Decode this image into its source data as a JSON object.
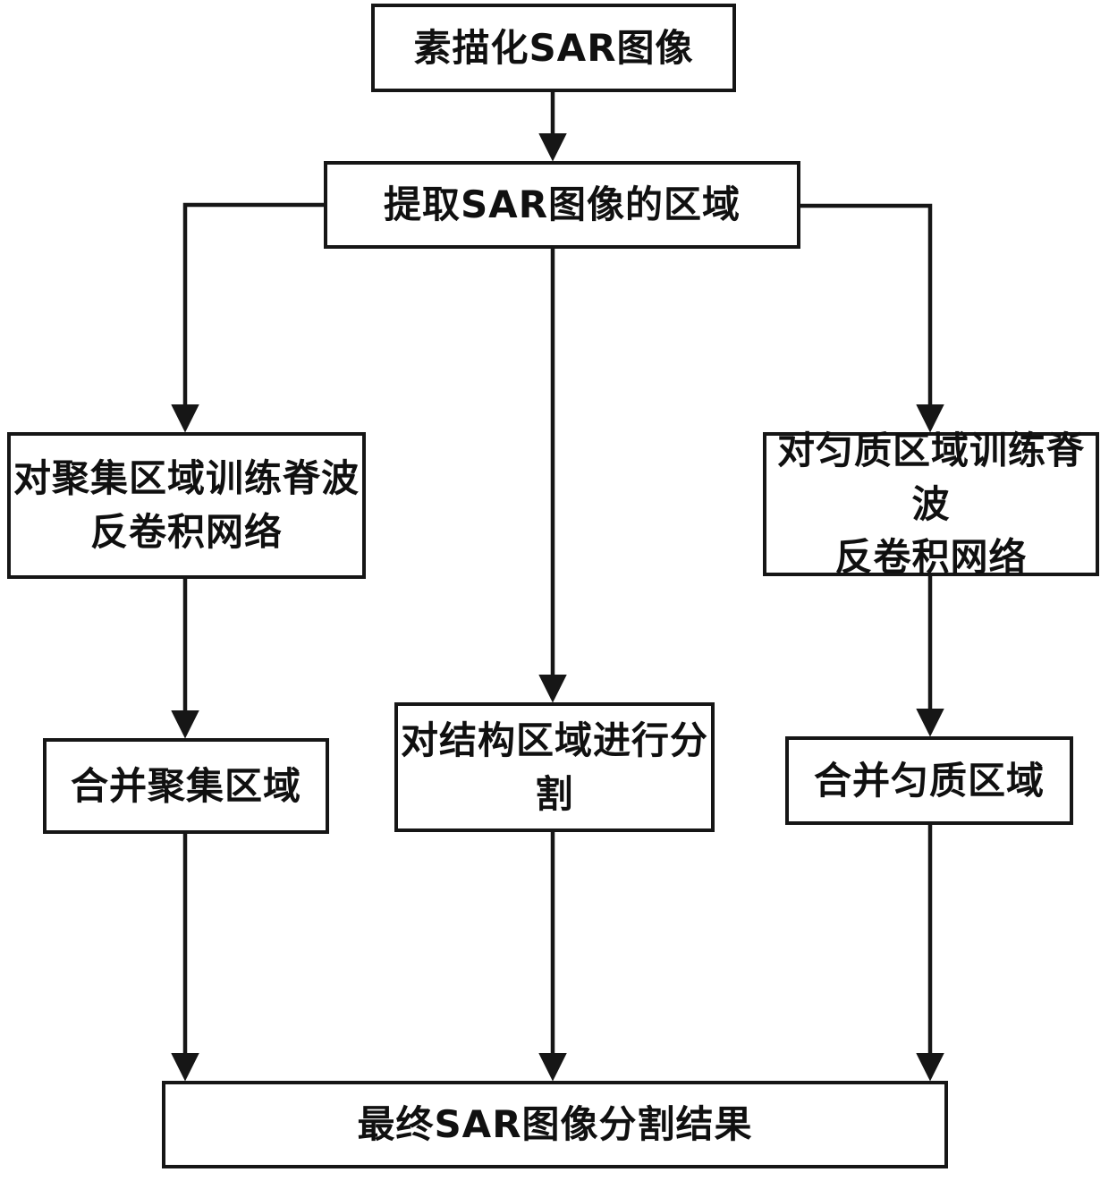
{
  "diagram": {
    "colors": {
      "background": "#ffffff",
      "line": "#161616",
      "box_border": "#161616",
      "text": "#101010"
    },
    "nodes": {
      "sketch": {
        "label": "素描化SAR图像"
      },
      "extract": {
        "label": "提取SAR图像的区域"
      },
      "train_aggregated": {
        "label": "对聚集区域训练脊波\n反卷积网络"
      },
      "train_homogeneous": {
        "label": "对匀质区域训练脊波\n反卷积网络"
      },
      "segment_structural": {
        "label": "对结构区域进行分\n割"
      },
      "merge_aggregated": {
        "label": "合并聚集区域"
      },
      "merge_homogeneous": {
        "label": "合并匀质区域"
      },
      "final_result": {
        "label": "最终SAR图像分割结果"
      }
    },
    "edges": [
      {
        "from": "sketch",
        "to": "extract"
      },
      {
        "from": "extract",
        "to": "train_aggregated"
      },
      {
        "from": "extract",
        "to": "segment_structural"
      },
      {
        "from": "extract",
        "to": "train_homogeneous"
      },
      {
        "from": "train_aggregated",
        "to": "merge_aggregated"
      },
      {
        "from": "train_homogeneous",
        "to": "merge_homogeneous"
      },
      {
        "from": "merge_aggregated",
        "to": "final_result"
      },
      {
        "from": "segment_structural",
        "to": "final_result"
      },
      {
        "from": "merge_homogeneous",
        "to": "final_result"
      }
    ]
  }
}
